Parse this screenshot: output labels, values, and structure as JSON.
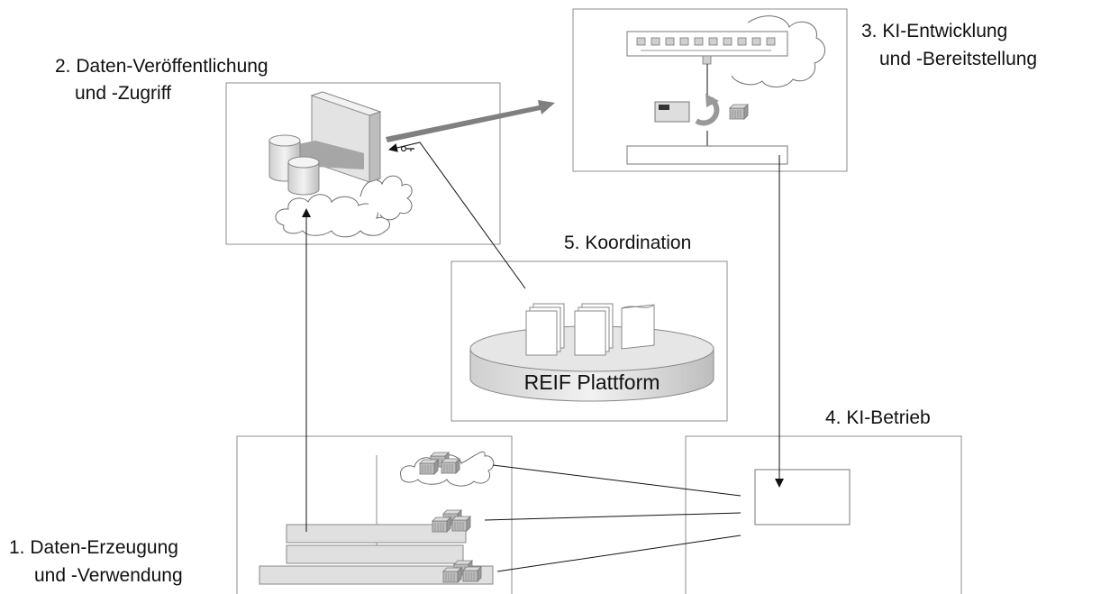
{
  "labels": {
    "stage1_line1": "1. Daten-Erzeugung",
    "stage1_line2": "und -Verwendung",
    "stage2_line1": "2. Daten-Veröffentlichung",
    "stage2_line2": "und -Zugriff",
    "stage3_line1": "3. KI-Entwicklung",
    "stage3_line2": "und -Bereitstellung",
    "stage4": "4. KI-Betrieb",
    "stage5": "5. Koordination",
    "platform": "REIF Plattform"
  },
  "colors": {
    "box_border": "#8c8c8c",
    "line": "#111111",
    "flow_arrow": "#808080",
    "cloud": "#6e6e6e",
    "shape_fill": "#d9d9d9",
    "dark_fill": "#a6a6a6"
  },
  "icons": [
    "database-icon",
    "cloud-icon",
    "gateway-panel-icon",
    "key-icon",
    "network-switch-icon",
    "cycle-arrow-icon",
    "document-icon",
    "server-stack-icon"
  ]
}
